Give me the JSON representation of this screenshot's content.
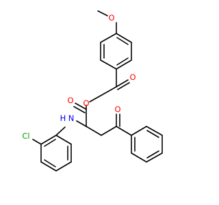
{
  "molecule": {
    "atom_labels": {
      "o_methoxy": "O",
      "o_ketone_top": "O",
      "o_ester": "O",
      "o_carbonyl": "O",
      "o_ketone_right": "O",
      "n_amine": "N",
      "h_amine": "H",
      "cl": "Cl"
    },
    "colors": {
      "bond": "#000000",
      "oxygen": "#ff0000",
      "nitrogen": "#0000ff",
      "chlorine": "#00a000"
    }
  }
}
